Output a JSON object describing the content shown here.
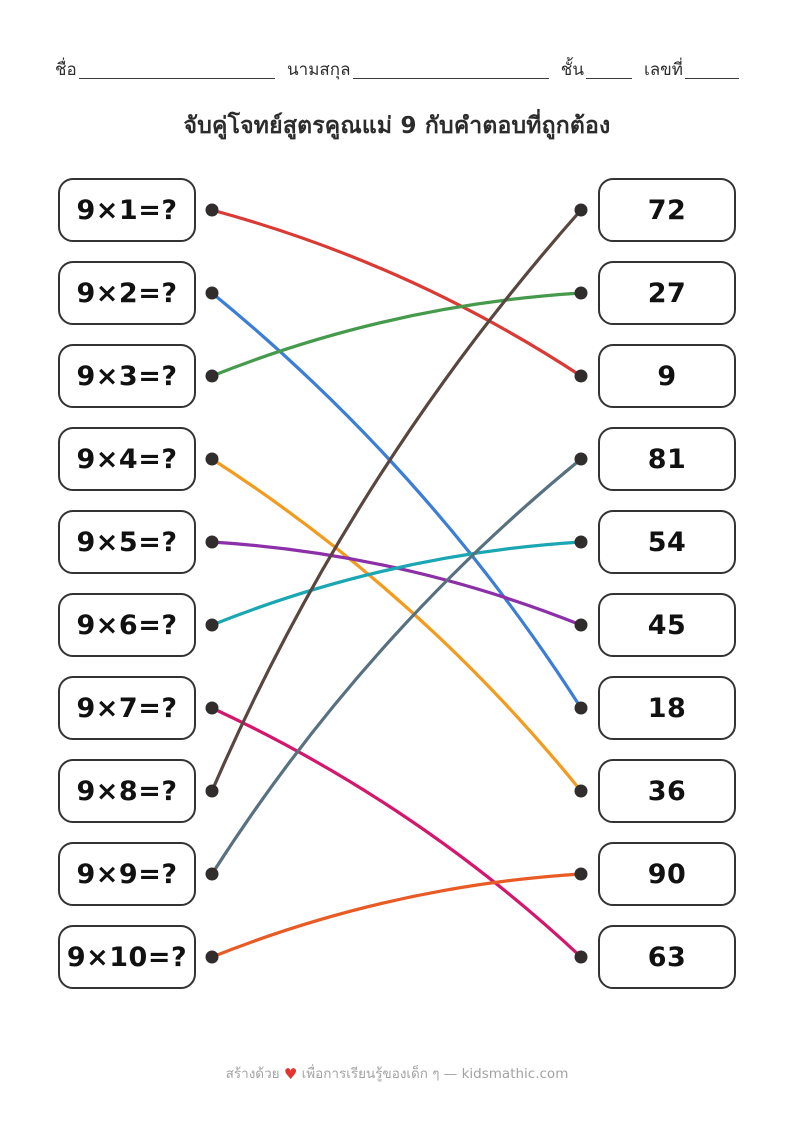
{
  "page": {
    "header": {
      "name_label": "ชื่อ",
      "surname_label": "นามสกุล",
      "class_label": "ชั้น",
      "number_label": "เลขที่"
    },
    "title": "จับคู่โจทย์สูตรคูณแม่ 9 กับคำตอบที่ถูกต้อง",
    "footer": {
      "before_heart": "สร้างด้วย",
      "heart": "♥",
      "after_heart": "เพื่อการเรียนรู้ของเด็ก ๆ — kidsmathic.com",
      "heart_color": "#e3342f"
    }
  },
  "problems": [
    "9×1=?",
    "9×2=?",
    "9×3=?",
    "9×4=?",
    "9×5=?",
    "9×6=?",
    "9×7=?",
    "9×8=?",
    "9×9=?",
    "9×10=?"
  ],
  "answers": [
    "72",
    "27",
    "9",
    "81",
    "54",
    "45",
    "18",
    "36",
    "90",
    "63"
  ],
  "connections": [
    {
      "from": 1,
      "to": 3,
      "color": "#da3a33"
    },
    {
      "from": 2,
      "to": 7,
      "color": "#3b7ed7"
    },
    {
      "from": 3,
      "to": 2,
      "color": "#459a4b"
    },
    {
      "from": 4,
      "to": 8,
      "color": "#f29b1d"
    },
    {
      "from": 5,
      "to": 6,
      "color": "#8c2fa8"
    },
    {
      "from": 6,
      "to": 5,
      "color": "#1aa7b3"
    },
    {
      "from": 7,
      "to": 10,
      "color": "#d4176c"
    },
    {
      "from": 8,
      "to": 1,
      "color": "#59463f"
    },
    {
      "from": 9,
      "to": 4,
      "color": "#587180"
    },
    {
      "from": 10,
      "to": 9,
      "color": "#e95b25"
    }
  ],
  "dot_color": "#312d2d"
}
